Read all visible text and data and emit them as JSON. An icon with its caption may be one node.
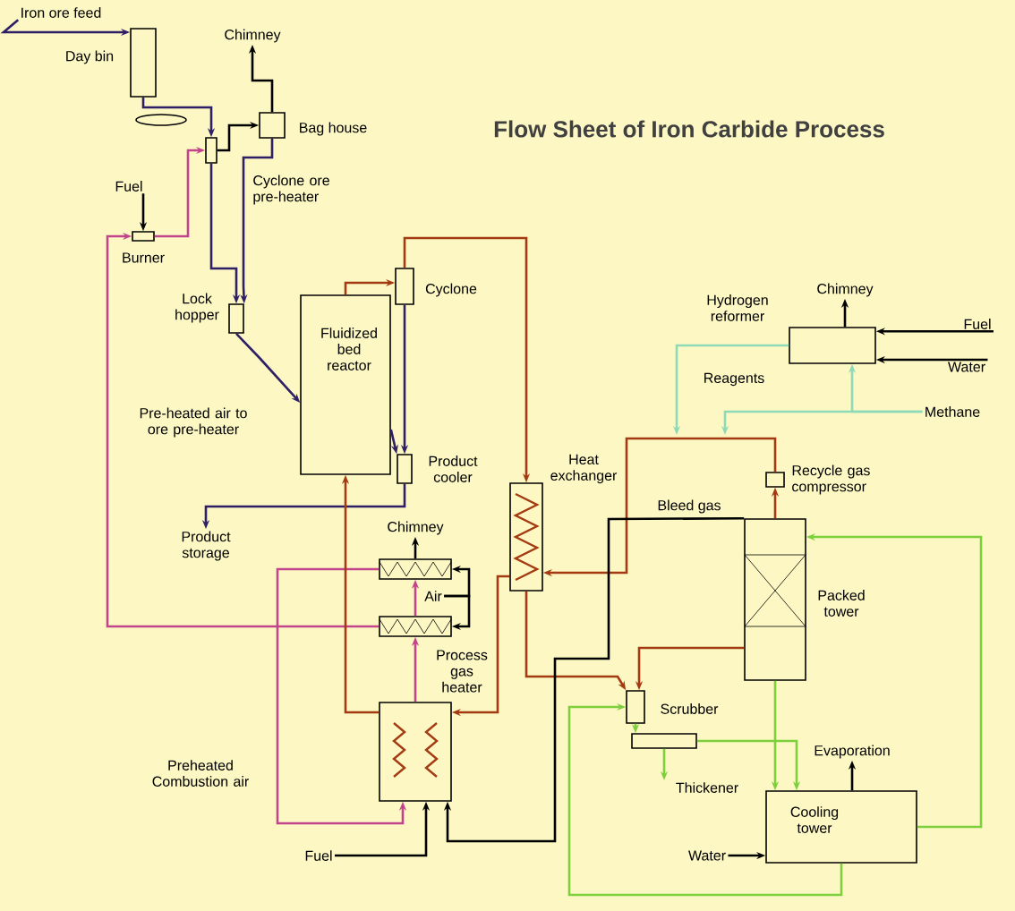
{
  "diagram": {
    "title": "Flow Sheet of Iron Carbide Process",
    "nodes": [
      {
        "text": [
          "Iron ore feed"
        ]
      },
      {
        "text": [
          "Day bin"
        ]
      },
      {
        "text": [
          "Chimney"
        ]
      },
      {
        "text": [
          "Bag house"
        ]
      },
      {
        "text": [
          "Cyclone ore pre-heater"
        ]
      },
      {
        "text": [
          "Fuel"
        ]
      },
      {
        "text": [
          "Burner"
        ]
      },
      {
        "text": [
          "Lock hopper"
        ]
      },
      {
        "text": [
          "Fluidized bed reactor"
        ]
      },
      {
        "text": [
          "Cyclone"
        ]
      },
      {
        "text": [
          "Product cooler"
        ]
      },
      {
        "text": [
          "Product storage"
        ]
      },
      {
        "text": [
          "Chimney"
        ]
      },
      {
        "text": [],
        "shape": "box"
      },
      {
        "text": [
          "Air"
        ]
      },
      {
        "text": [],
        "shape": "box"
      },
      {
        "text": [
          "Process gas heater"
        ]
      },
      {
        "text": [
          "Fuel"
        ]
      },
      {
        "text": [
          "Heat exchanger"
        ]
      },
      {
        "text": [
          "Hydrogen reformer"
        ]
      },
      {
        "text": [
          "Chimney"
        ]
      },
      {
        "text": [
          "Fuel"
        ]
      },
      {
        "text": [
          "Water"
        ]
      },
      {
        "text": [
          "Methane"
        ]
      },
      {
        "text": [
          "Recycle gas compressor"
        ]
      },
      {
        "text": [
          "Packed tower"
        ]
      },
      {
        "text": [
          "Scrubber"
        ]
      },
      {
        "text": [
          "Thickener"
        ]
      },
      {
        "text": [
          "Evaporation"
        ]
      },
      {
        "text": [
          "Cooling tower"
        ]
      },
      {
        "text": [
          "Water"
        ]
      }
    ],
    "edges": [
      {
        "from": 0,
        "to": 1,
        "arrow": "to",
        "color": "#2e1f66"
      },
      {
        "from": 1,
        "to": 4,
        "arrow": "to",
        "color": "#2e1f66"
      },
      {
        "from": 4,
        "to": 7,
        "arrow": "to",
        "color": "#2e1f66"
      },
      {
        "from": 3,
        "to": 7,
        "arrow": "to",
        "color": "#2e1f66"
      },
      {
        "from": 4,
        "to": 3,
        "arrow": "to"
      },
      {
        "from": 3,
        "to": 2,
        "arrow": "to"
      },
      {
        "from": 5,
        "to": 6,
        "arrow": "to"
      },
      {
        "from": 6,
        "to": 4,
        "arrow": "to",
        "color": "#c2448c"
      },
      {
        "from": 15,
        "to": 6,
        "arrow": "to",
        "color": "#c2448c"
      },
      {
        "from": 7,
        "to": 8,
        "arrow": "to",
        "color": "#2e1f66"
      },
      {
        "from": 8,
        "to": 9,
        "arrow": "to",
        "color": "#a33a12"
      },
      {
        "from": 9,
        "to": 18,
        "arrow": "to",
        "color": "#a33a12"
      },
      {
        "from": 9,
        "to": 10,
        "arrow": "to",
        "color": "#2e1f66"
      },
      {
        "from": 8,
        "to": 10,
        "arrow": "to",
        "color": "#2e1f66"
      },
      {
        "from": 10,
        "to": 11,
        "arrow": "to",
        "color": "#2e1f66"
      },
      {
        "from": 13,
        "to": 12,
        "arrow": "to"
      },
      {
        "from": 14,
        "to": 13,
        "arrow": "to"
      },
      {
        "from": 14,
        "to": 15,
        "arrow": "to"
      },
      {
        "from": 16,
        "to": 15,
        "arrow": "to",
        "color": "#c2448c"
      },
      {
        "from": 15,
        "to": 13,
        "arrow": "to",
        "color": "#c2448c"
      },
      {
        "from": 13,
        "to": 16,
        "arrow": "to",
        "color": "#c2448c"
      },
      {
        "from": 17,
        "to": 16,
        "arrow": "to"
      },
      {
        "from": 16,
        "to": 8,
        "arrow": "to",
        "color": "#a33a12"
      },
      {
        "from": 18,
        "to": 16,
        "arrow": "to",
        "color": "#a33a12"
      },
      {
        "from": 25,
        "to": 24,
        "arrow": "to",
        "color": "#a33a12"
      },
      {
        "from": 24,
        "to": 18,
        "arrow": "to",
        "color": "#a33a12"
      },
      {
        "from": 19,
        "to": null,
        "arrow": "to",
        "color": "#8ed9b8"
      },
      {
        "from": 23,
        "to": 19,
        "arrow": "to",
        "color": "#8ed9b8"
      },
      {
        "from": 23,
        "to": null,
        "arrow": "to",
        "color": "#8ed9b8"
      },
      {
        "from": 19,
        "to": 20,
        "arrow": "to"
      },
      {
        "from": 21,
        "to": 19,
        "arrow": "to"
      },
      {
        "from": 22,
        "to": 19,
        "arrow": "to"
      },
      {
        "from": 18,
        "to": 26,
        "arrow": "to",
        "color": "#a33a12"
      },
      {
        "from": 25,
        "to": 26,
        "arrow": "to",
        "color": "#a33a12"
      },
      {
        "from": 25,
        "to": 16,
        "arrow": "to",
        "label": "Bleed gas"
      },
      {
        "from": 26,
        "to": 27,
        "arrow": "to",
        "color": "#7dcf3c"
      },
      {
        "from": 27,
        "to": 29,
        "arrow": "to",
        "color": "#7dcf3c"
      },
      {
        "from": 25,
        "to": 29,
        "arrow": "to",
        "color": "#7dcf3c"
      },
      {
        "from": 29,
        "to": 25,
        "arrow": "to",
        "color": "#7dcf3c"
      },
      {
        "from": 29,
        "to": 26,
        "arrow": "to",
        "color": "#7dcf3c"
      },
      {
        "from": 30,
        "to": 29,
        "arrow": "to"
      },
      {
        "from": 29,
        "to": 28,
        "arrow": "to"
      },
      {
        "from": 27,
        "to": null,
        "arrow": "to",
        "color": "#7dcf3c"
      }
    ],
    "labels": [
      "Pre-heated air to ore pre-heater",
      "Preheated Combustion air",
      "Reagents"
    ]
  }
}
